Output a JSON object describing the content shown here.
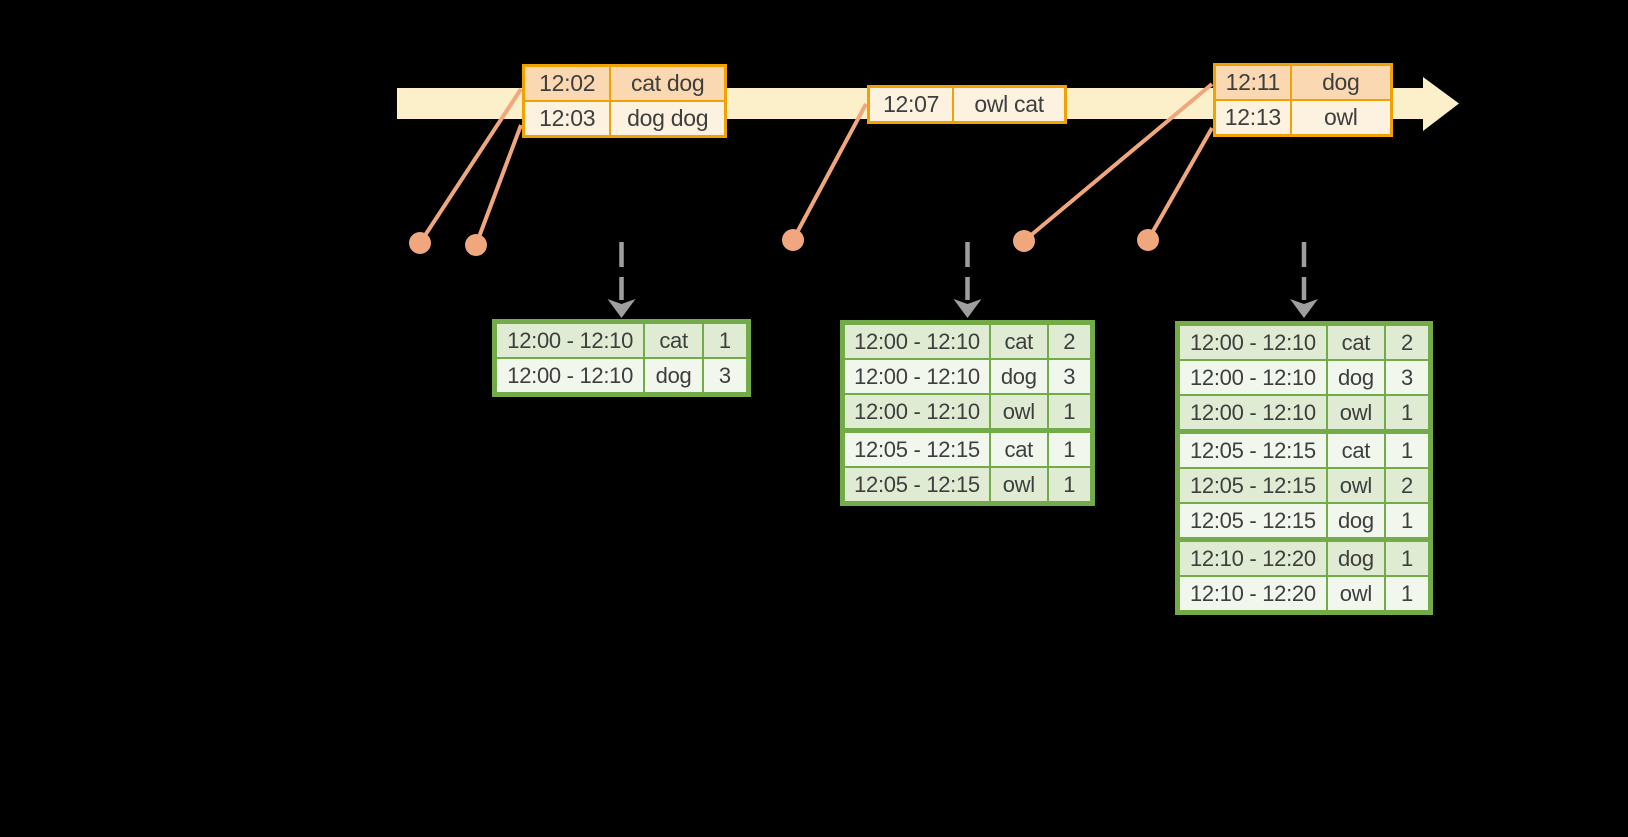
{
  "diagram": {
    "background": "#000000",
    "colors": {
      "timeline_band": "#FBF0CA",
      "event_border": "#F0A202",
      "event_fill_dark": "#FAD9B2",
      "event_fill_light": "#FDF2E0",
      "connector": "#F0A77D",
      "trigger_arrow": "#9E9E9E",
      "result_border": "#72AB47",
      "result_fill_dark": "#E0EBD4",
      "result_fill_light": "#F2F7EE",
      "text": "#3E3E3E"
    },
    "timeline_events": [
      {
        "first_row_shade": "a",
        "rows": [
          [
            "12:02",
            "cat dog"
          ],
          [
            "12:03",
            "dog dog"
          ]
        ]
      },
      {
        "first_row_shade": "b",
        "rows": [
          [
            "12:07",
            "owl cat"
          ]
        ]
      },
      {
        "first_row_shade": "a",
        "rows": [
          [
            "12:11",
            "dog"
          ],
          [
            "12:13",
            "owl"
          ]
        ]
      }
    ],
    "result_tables": [
      {
        "first_row_shade": "a",
        "group_breaks": [],
        "rows": [
          [
            "12:00 - 12:10",
            "cat",
            "1"
          ],
          [
            "12:00 - 12:10",
            "dog",
            "3"
          ]
        ]
      },
      {
        "first_row_shade": "a",
        "group_breaks": [
          3
        ],
        "rows": [
          [
            "12:00 - 12:10",
            "cat",
            "2"
          ],
          [
            "12:00 - 12:10",
            "dog",
            "3"
          ],
          [
            "12:00 - 12:10",
            "owl",
            "1"
          ],
          [
            "12:05 - 12:15",
            "cat",
            "1"
          ],
          [
            "12:05 - 12:15",
            "owl",
            "1"
          ]
        ]
      },
      {
        "first_row_shade": "a",
        "group_breaks": [
          3,
          6
        ],
        "rows": [
          [
            "12:00 - 12:10",
            "cat",
            "2"
          ],
          [
            "12:00 - 12:10",
            "dog",
            "3"
          ],
          [
            "12:00 - 12:10",
            "owl",
            "1"
          ],
          [
            "12:05 - 12:15",
            "cat",
            "1"
          ],
          [
            "12:05 - 12:15",
            "owl",
            "2"
          ],
          [
            "12:05 - 12:15",
            "dog",
            "1"
          ],
          [
            "12:10 - 12:20",
            "dog",
            "1"
          ],
          [
            "12:10 - 12:20",
            "owl",
            "1"
          ]
        ]
      }
    ]
  }
}
